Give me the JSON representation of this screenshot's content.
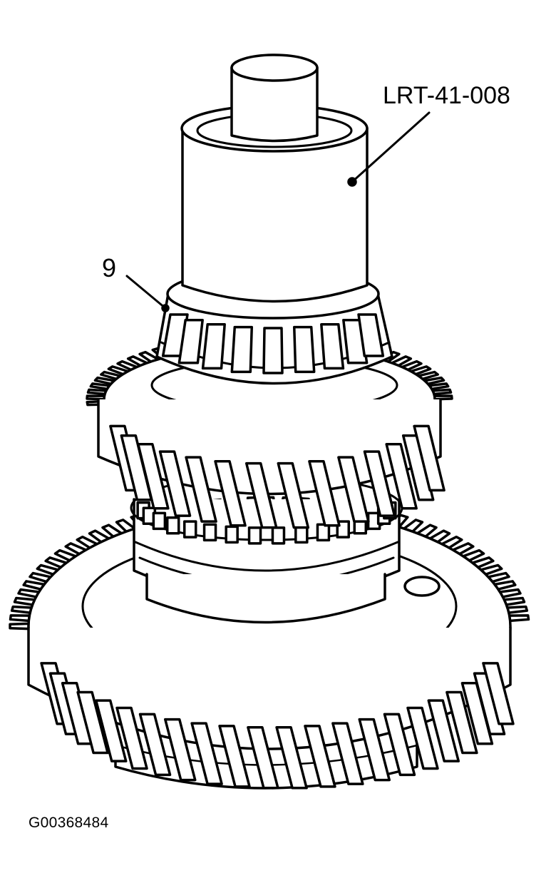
{
  "callouts": {
    "tool": "LRT-41-008",
    "bearing": "9"
  },
  "figure_id": "G00368484",
  "colors": {
    "line": "#000000",
    "fill": "#ffffff"
  }
}
